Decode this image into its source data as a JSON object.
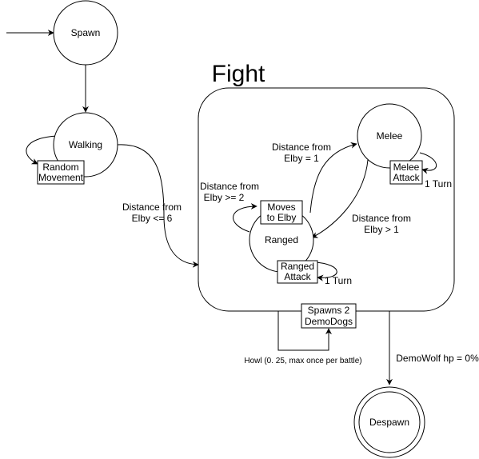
{
  "group": {
    "title": "Fight"
  },
  "states": {
    "spawn": "Spawn",
    "walking": "Walking",
    "melee": "Melee",
    "ranged": "Ranged",
    "despawn": "Despawn"
  },
  "actions": {
    "random_movement": [
      "Random",
      "Movement"
    ],
    "melee_attack": [
      "Melee",
      "Attack"
    ],
    "moves_to_elby": [
      "Moves",
      "to Elby"
    ],
    "ranged_attack": [
      "Ranged",
      "Attack"
    ],
    "spawns_demodogs": [
      "Spawns 2",
      "DemoDogs"
    ]
  },
  "transitions": {
    "walking_to_fight": [
      "Distance from",
      "Elby <= 6"
    ],
    "ranged_to_melee": [
      "Distance from",
      "Elby = 1"
    ],
    "melee_to_ranged": [
      "Distance from",
      "Elby > 1"
    ],
    "ranged_self": [
      "Distance from",
      "Elby >= 2"
    ],
    "melee_turn": "1 Turn",
    "ranged_turn": "1 Turn",
    "howl": "Howl (0. 25, max once per battle)",
    "despawn_condition": "DemoWolf hp = 0%"
  }
}
